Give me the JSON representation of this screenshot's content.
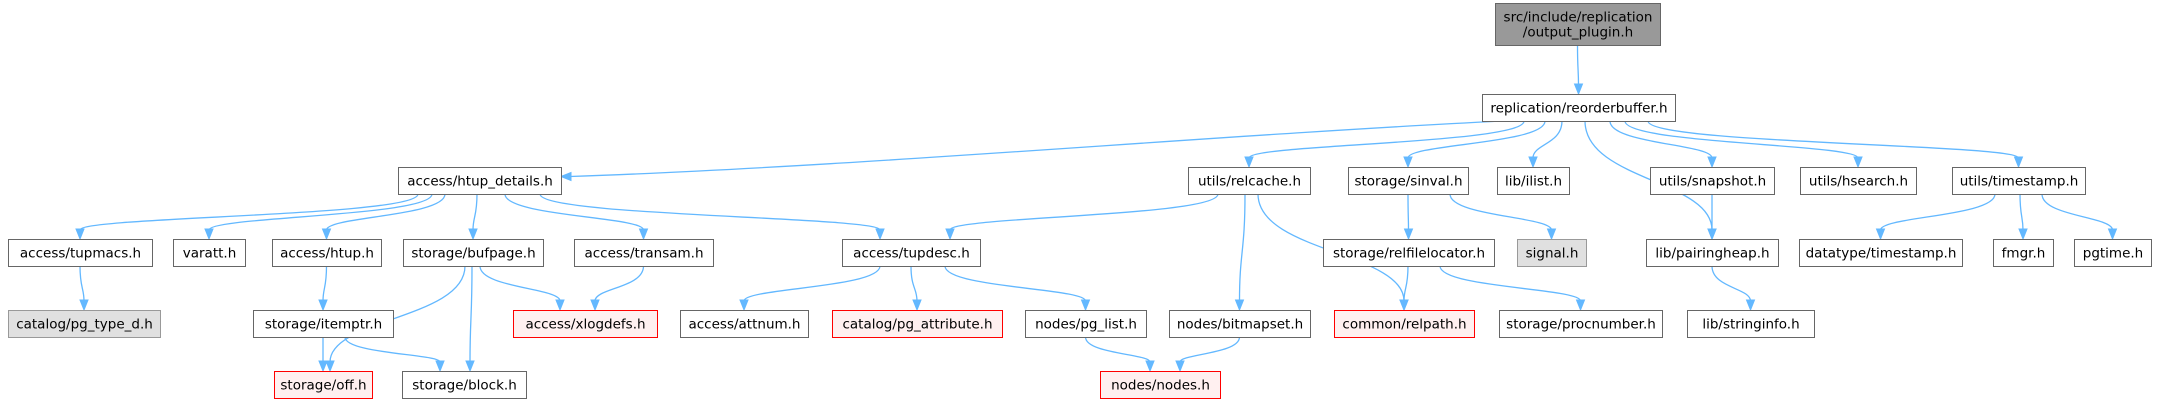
{
  "colors": {
    "normal_fill": "#ffffff",
    "normal_stroke": "#666666",
    "root_fill": "#999999",
    "root_stroke": "#666666",
    "system_fill": "#e0e0e0",
    "system_stroke": "#999999",
    "missing_fill": "#fff0f0",
    "missing_stroke": "#ff0000",
    "edge": "#63B8FF"
  },
  "nodes": [
    {
      "id": "root",
      "lines": [
        "src/include/replication",
        "/output_plugin.h"
      ],
      "style": "root"
    },
    {
      "id": "reorderbuffer",
      "lines": [
        "replication/reorderbuffer.h"
      ],
      "style": "normal"
    },
    {
      "id": "htup_details",
      "lines": [
        "access/htup_details.h"
      ],
      "style": "normal"
    },
    {
      "id": "relcache",
      "lines": [
        "utils/relcache.h"
      ],
      "style": "normal"
    },
    {
      "id": "sinval",
      "lines": [
        "storage/sinval.h"
      ],
      "style": "normal"
    },
    {
      "id": "ilist",
      "lines": [
        "lib/ilist.h"
      ],
      "style": "normal"
    },
    {
      "id": "snapshot",
      "lines": [
        "utils/snapshot.h"
      ],
      "style": "normal"
    },
    {
      "id": "hsearch",
      "lines": [
        "utils/hsearch.h"
      ],
      "style": "normal"
    },
    {
      "id": "timestamp",
      "lines": [
        "utils/timestamp.h"
      ],
      "style": "normal"
    },
    {
      "id": "tupmacs",
      "lines": [
        "access/tupmacs.h"
      ],
      "style": "normal"
    },
    {
      "id": "varatt",
      "lines": [
        "varatt.h"
      ],
      "style": "normal"
    },
    {
      "id": "htup",
      "lines": [
        "access/htup.h"
      ],
      "style": "normal"
    },
    {
      "id": "bufpage",
      "lines": [
        "storage/bufpage.h"
      ],
      "style": "normal"
    },
    {
      "id": "transam",
      "lines": [
        "access/transam.h"
      ],
      "style": "normal"
    },
    {
      "id": "tupdesc",
      "lines": [
        "access/tupdesc.h"
      ],
      "style": "normal"
    },
    {
      "id": "relfilelocator",
      "lines": [
        "storage/relfilelocator.h"
      ],
      "style": "normal"
    },
    {
      "id": "signal",
      "lines": [
        "signal.h"
      ],
      "style": "system"
    },
    {
      "id": "pairingheap",
      "lines": [
        "lib/pairingheap.h"
      ],
      "style": "normal"
    },
    {
      "id": "dt_timestamp",
      "lines": [
        "datatype/timestamp.h"
      ],
      "style": "normal"
    },
    {
      "id": "fmgr",
      "lines": [
        "fmgr.h"
      ],
      "style": "normal"
    },
    {
      "id": "pgtime",
      "lines": [
        "pgtime.h"
      ],
      "style": "normal"
    },
    {
      "id": "pg_type_d",
      "lines": [
        "catalog/pg_type_d.h"
      ],
      "style": "system"
    },
    {
      "id": "itemptr",
      "lines": [
        "storage/itemptr.h"
      ],
      "style": "normal"
    },
    {
      "id": "xlogdefs",
      "lines": [
        "access/xlogdefs.h"
      ],
      "style": "missing"
    },
    {
      "id": "attnum",
      "lines": [
        "access/attnum.h"
      ],
      "style": "normal"
    },
    {
      "id": "pg_attribute",
      "lines": [
        "catalog/pg_attribute.h"
      ],
      "style": "missing"
    },
    {
      "id": "pg_list",
      "lines": [
        "nodes/pg_list.h"
      ],
      "style": "normal"
    },
    {
      "id": "bitmapset",
      "lines": [
        "nodes/bitmapset.h"
      ],
      "style": "normal"
    },
    {
      "id": "relpath",
      "lines": [
        "common/relpath.h"
      ],
      "style": "missing"
    },
    {
      "id": "procnumber",
      "lines": [
        "storage/procnumber.h"
      ],
      "style": "normal"
    },
    {
      "id": "stringinfo",
      "lines": [
        "lib/stringinfo.h"
      ],
      "style": "normal"
    },
    {
      "id": "off",
      "lines": [
        "storage/off.h"
      ],
      "style": "missing"
    },
    {
      "id": "block",
      "lines": [
        "storage/block.h"
      ],
      "style": "normal"
    },
    {
      "id": "nodes",
      "lines": [
        "nodes/nodes.h"
      ],
      "style": "missing"
    }
  ],
  "edges": [
    [
      "root",
      "reorderbuffer"
    ],
    [
      "reorderbuffer",
      "htup_details"
    ],
    [
      "reorderbuffer",
      "relcache"
    ],
    [
      "reorderbuffer",
      "sinval"
    ],
    [
      "reorderbuffer",
      "ilist"
    ],
    [
      "reorderbuffer",
      "snapshot"
    ],
    [
      "reorderbuffer",
      "hsearch"
    ],
    [
      "reorderbuffer",
      "timestamp"
    ],
    [
      "reorderbuffer",
      "pairingheap"
    ],
    [
      "htup_details",
      "tupmacs"
    ],
    [
      "htup_details",
      "varatt"
    ],
    [
      "htup_details",
      "htup"
    ],
    [
      "htup_details",
      "bufpage"
    ],
    [
      "htup_details",
      "transam"
    ],
    [
      "htup_details",
      "tupdesc"
    ],
    [
      "relcache",
      "tupdesc"
    ],
    [
      "relcache",
      "bitmapset"
    ],
    [
      "relcache",
      "relpath"
    ],
    [
      "sinval",
      "relfilelocator"
    ],
    [
      "sinval",
      "signal"
    ],
    [
      "snapshot",
      "pairingheap"
    ],
    [
      "timestamp",
      "dt_timestamp"
    ],
    [
      "timestamp",
      "fmgr"
    ],
    [
      "timestamp",
      "pgtime"
    ],
    [
      "tupmacs",
      "pg_type_d"
    ],
    [
      "htup",
      "itemptr"
    ],
    [
      "bufpage",
      "xlogdefs"
    ],
    [
      "bufpage",
      "off"
    ],
    [
      "bufpage",
      "block"
    ],
    [
      "transam",
      "xlogdefs"
    ],
    [
      "tupdesc",
      "attnum"
    ],
    [
      "tupdesc",
      "pg_attribute"
    ],
    [
      "tupdesc",
      "pg_list"
    ],
    [
      "relfilelocator",
      "relpath"
    ],
    [
      "relfilelocator",
      "procnumber"
    ],
    [
      "pairingheap",
      "stringinfo"
    ],
    [
      "itemptr",
      "off"
    ],
    [
      "itemptr",
      "block"
    ],
    [
      "pg_list",
      "nodes"
    ],
    [
      "bitmapset",
      "nodes"
    ]
  ]
}
